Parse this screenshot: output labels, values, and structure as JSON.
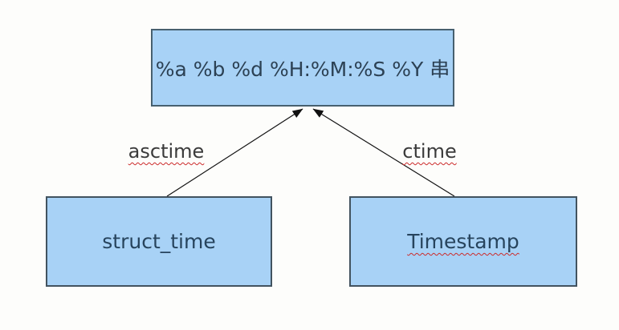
{
  "diagram": {
    "type": "conversion-flow",
    "background_color": "#fdfdfb",
    "node_fill_color": "#a8d2f6",
    "node_border_color": "#42535f",
    "node_text_color": "#27445d",
    "edge_label_color": "#3b3b3b",
    "spellcheck_underline_color": "#cc2b2b",
    "arrow_color": "#111111",
    "nodes": [
      {
        "id": "format-string",
        "label": "%a %b %d %H:%M:%S %Y 串",
        "misspelled_underline": false
      },
      {
        "id": "struct-time",
        "label": "struct_time",
        "misspelled_underline": false
      },
      {
        "id": "timestamp",
        "label": "Timestamp",
        "misspelled_underline": true
      }
    ],
    "edges": [
      {
        "from": "struct-time",
        "to": "format-string",
        "label": "asctime",
        "misspelled_underline": true
      },
      {
        "from": "timestamp",
        "to": "format-string",
        "label": "ctime",
        "misspelled_underline": true
      }
    ]
  }
}
